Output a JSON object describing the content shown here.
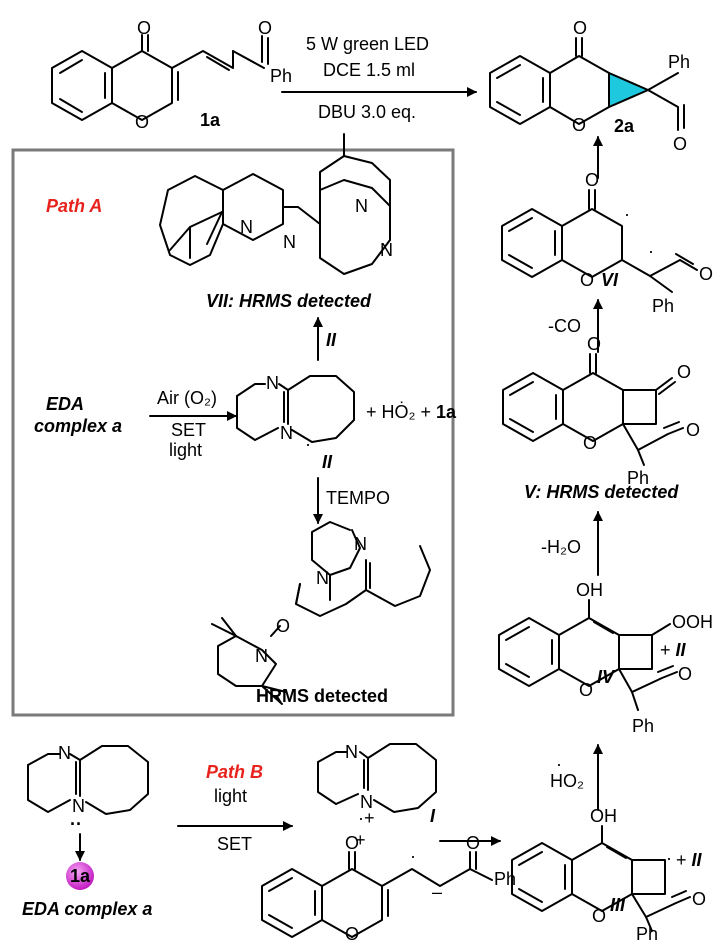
{
  "conditions": {
    "line1": "5 W green LED",
    "line2": "DCE 1.5 ml",
    "line3": "DBU 3.0 eq."
  },
  "compounds": {
    "substrate": "1a",
    "product": "2a",
    "VI": "VI",
    "V": "V: HRMS detected",
    "IV": "IV",
    "III": "III",
    "I": "I",
    "VII": "VII: HRMS detected",
    "tempo_adduct": "HRMS detected",
    "II": "II",
    "eda_complex": "EDA complex a",
    "eda_badge": "1a"
  },
  "atoms": {
    "O": "O",
    "N": "N",
    "Ph": "Ph",
    "OH": "OH",
    "OOH": "OOH"
  },
  "pathA": {
    "label": "Path A",
    "eda_line1": "EDA",
    "eda_line2": "complex a",
    "reagent_top": "Air (O₂)",
    "reagent_bottom1": "SET",
    "reagent_bottom2": "light",
    "products_suffix": "+ HO₂ + 1a",
    "tempo": "TEMPO"
  },
  "pathB": {
    "label": "Path B",
    "cond_top": "light",
    "cond_bottom": "SET"
  },
  "steps": {
    "minus_co": "-CO",
    "minus_h2o": "-H₂O",
    "ho2": "HO₂",
    "plus": "+",
    "plus_II": "+ II"
  },
  "colors": {
    "accent_red": "#e8231d",
    "cyclopropane": "#1ec8de",
    "badge": "#d633d6",
    "frame": "#7a7a7a"
  }
}
